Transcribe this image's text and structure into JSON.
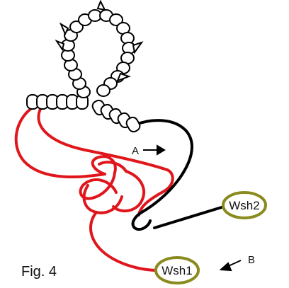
{
  "figure": {
    "caption": "Fig. 4",
    "label_a": "A",
    "label_b": "B",
    "washers": [
      {
        "id": "wsh2",
        "label": "Wsh2"
      },
      {
        "id": "wsh1",
        "label": "Wsh1"
      }
    ]
  },
  "colors": {
    "red_cord": "#e0161c",
    "black_cord": "#000000",
    "washer_border": "#8b8a1e",
    "beads": "#ffffff",
    "bead_outline": "#000000"
  }
}
